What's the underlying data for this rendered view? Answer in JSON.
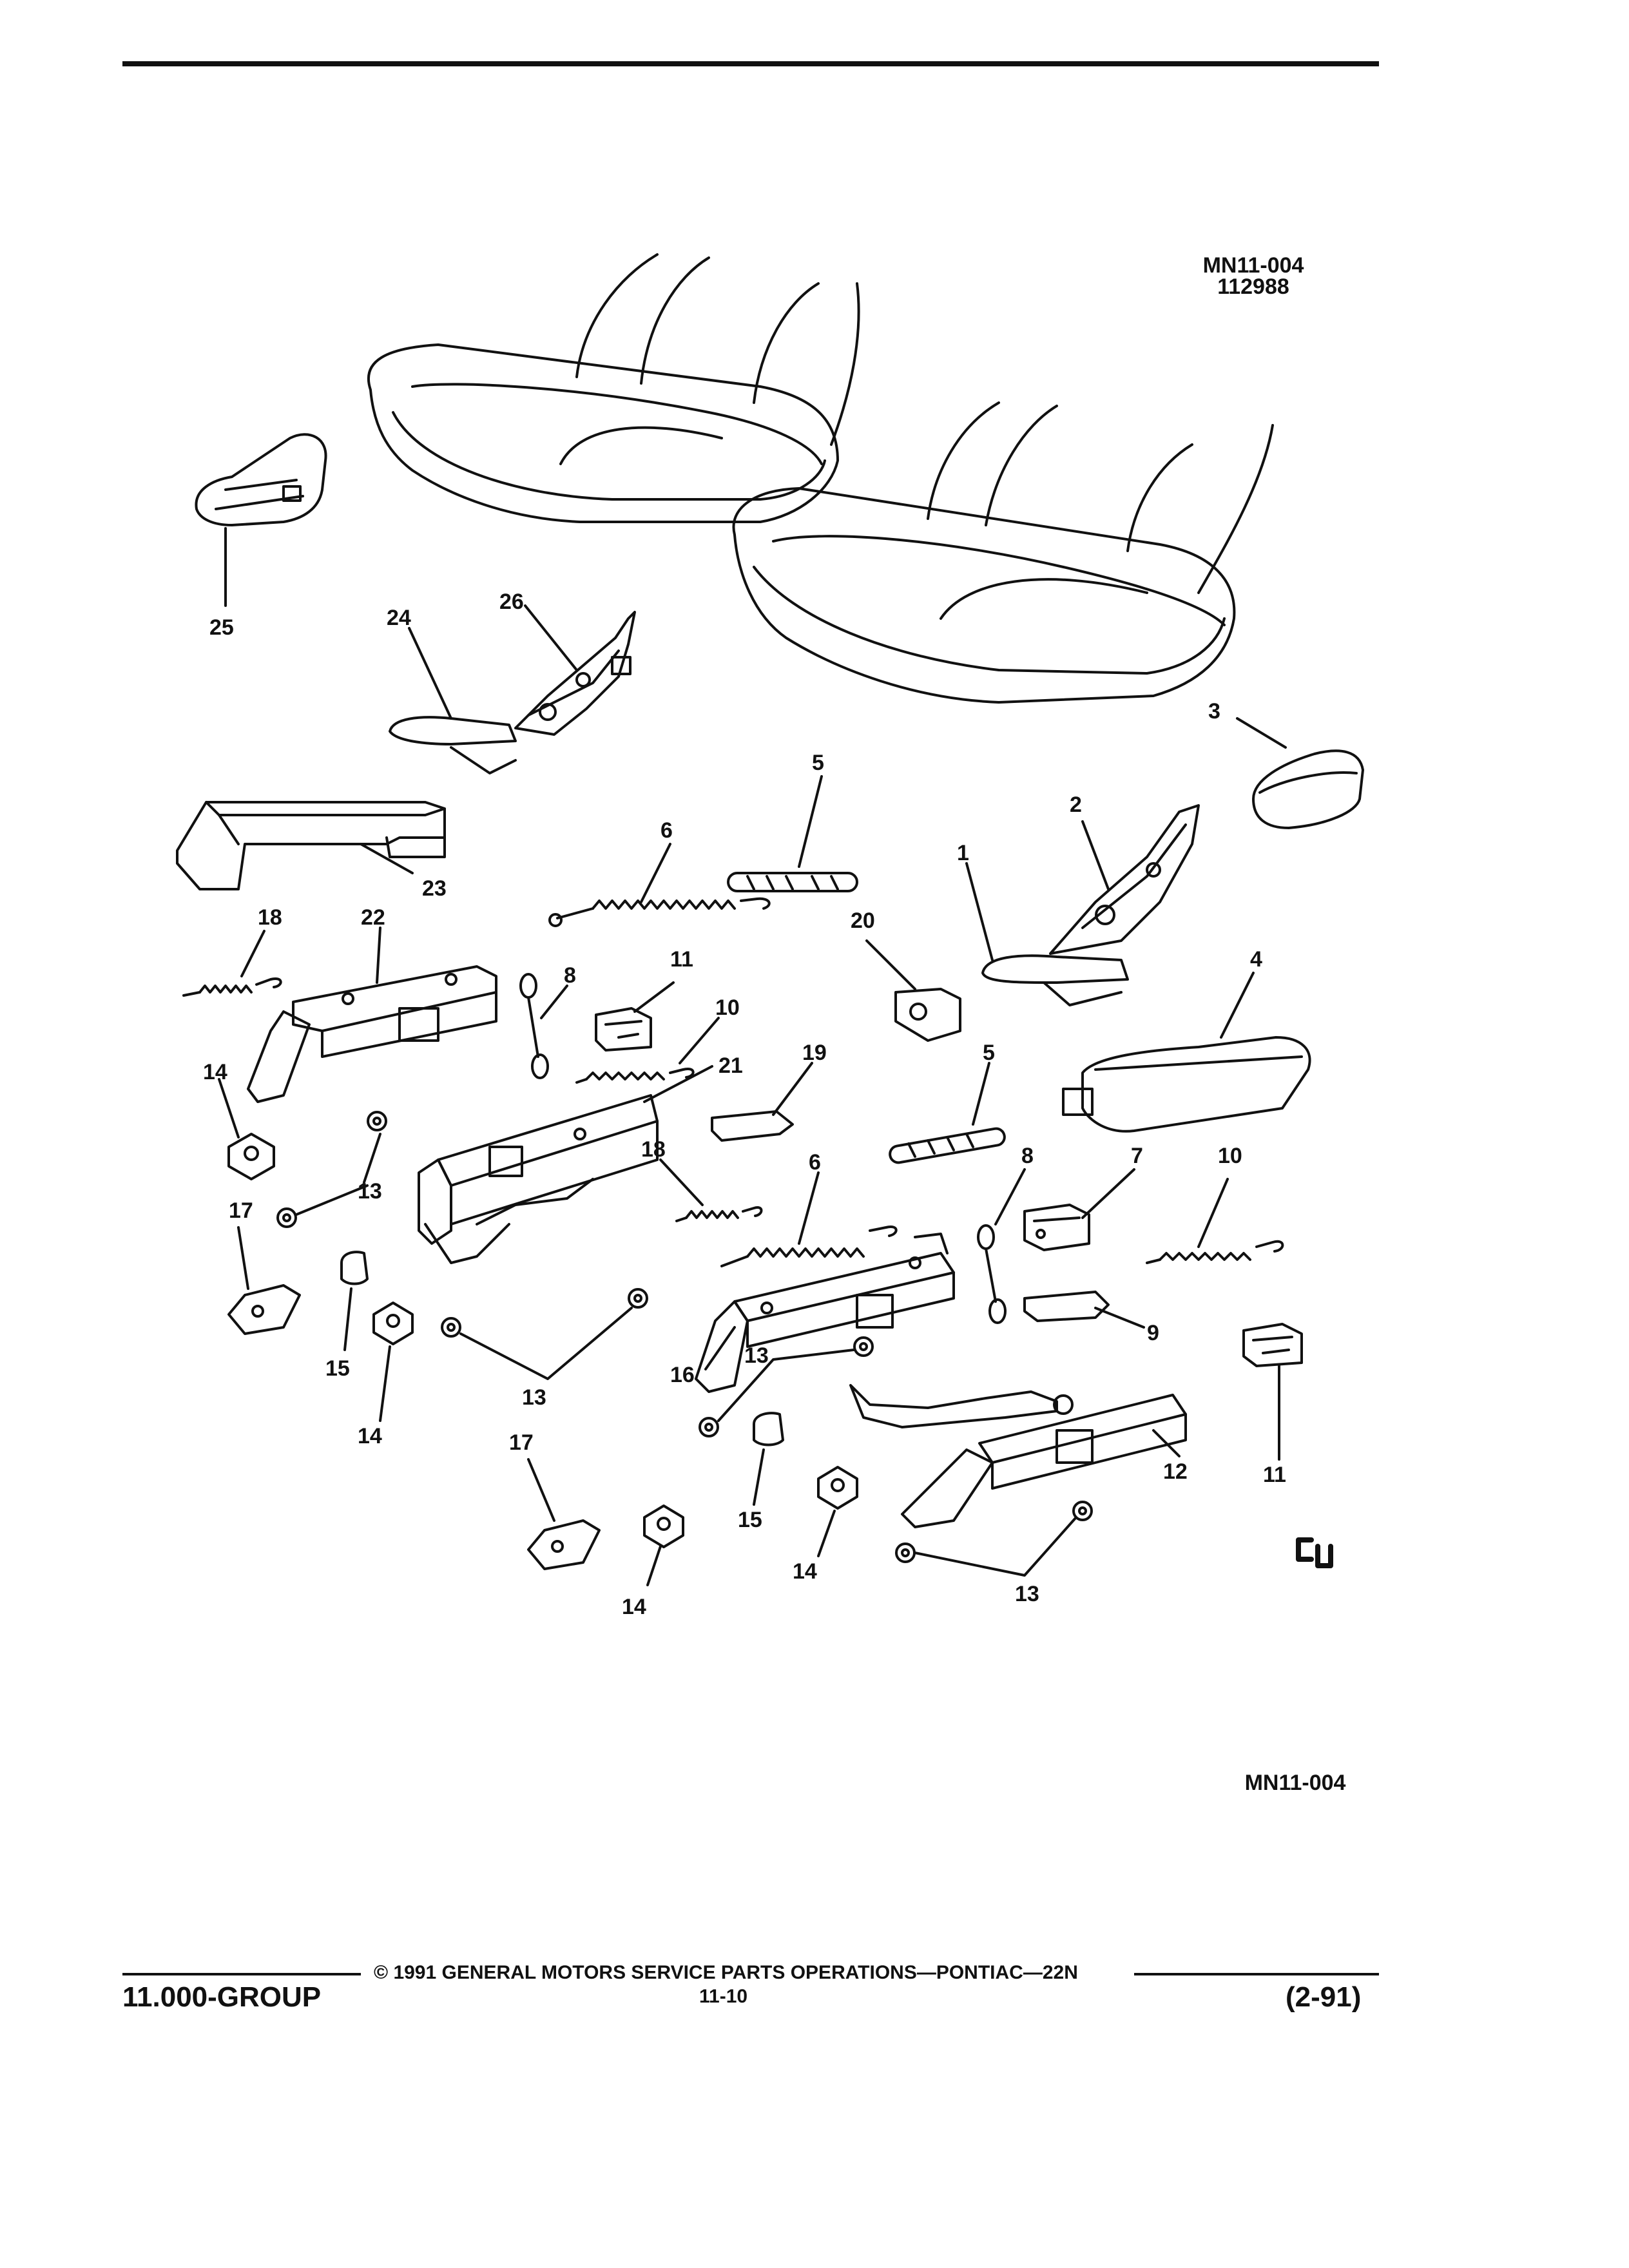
{
  "figure": {
    "code_top": "MN11-004",
    "code_number": "112988",
    "code_bottom": "MN11-004",
    "logo_mark": "GM"
  },
  "callouts": [
    {
      "id": "c1",
      "label": "1"
    },
    {
      "id": "c2",
      "label": "2"
    },
    {
      "id": "c3",
      "label": "3"
    },
    {
      "id": "c4",
      "label": "4"
    },
    {
      "id": "c5a",
      "label": "5"
    },
    {
      "id": "c5b",
      "label": "5"
    },
    {
      "id": "c6a",
      "label": "6"
    },
    {
      "id": "c6b",
      "label": "6"
    },
    {
      "id": "c7",
      "label": "7"
    },
    {
      "id": "c8a",
      "label": "8"
    },
    {
      "id": "c8b",
      "label": "8"
    },
    {
      "id": "c9",
      "label": "9"
    },
    {
      "id": "c10a",
      "label": "10"
    },
    {
      "id": "c10b",
      "label": "10"
    },
    {
      "id": "c11a",
      "label": "11"
    },
    {
      "id": "c11b",
      "label": "11"
    },
    {
      "id": "c12",
      "label": "12"
    },
    {
      "id": "c13a",
      "label": "13"
    },
    {
      "id": "c13b",
      "label": "13"
    },
    {
      "id": "c13c",
      "label": "13"
    },
    {
      "id": "c13d",
      "label": "13"
    },
    {
      "id": "c14a",
      "label": "14"
    },
    {
      "id": "c14b",
      "label": "14"
    },
    {
      "id": "c14c",
      "label": "14"
    },
    {
      "id": "c14d",
      "label": "14"
    },
    {
      "id": "c15a",
      "label": "15"
    },
    {
      "id": "c15b",
      "label": "15"
    },
    {
      "id": "c16",
      "label": "16"
    },
    {
      "id": "c17a",
      "label": "17"
    },
    {
      "id": "c17b",
      "label": "17"
    },
    {
      "id": "c18a",
      "label": "18"
    },
    {
      "id": "c18b",
      "label": "18"
    },
    {
      "id": "c19",
      "label": "19"
    },
    {
      "id": "c20",
      "label": "20"
    },
    {
      "id": "c21",
      "label": "21"
    },
    {
      "id": "c22",
      "label": "22"
    },
    {
      "id": "c23",
      "label": "23"
    },
    {
      "id": "c24",
      "label": "24"
    },
    {
      "id": "c25",
      "label": "25"
    },
    {
      "id": "c26",
      "label": "26"
    }
  ],
  "footer": {
    "group": "11.000-GROUP",
    "copyright": "© 1991 GENERAL MOTORS SERVICE PARTS OPERATIONS—PONTIAC—22N",
    "page_number": "11-10",
    "revision": "(2-91)"
  },
  "colors": {
    "ink": "#111111",
    "paper": "#ffffff"
  }
}
